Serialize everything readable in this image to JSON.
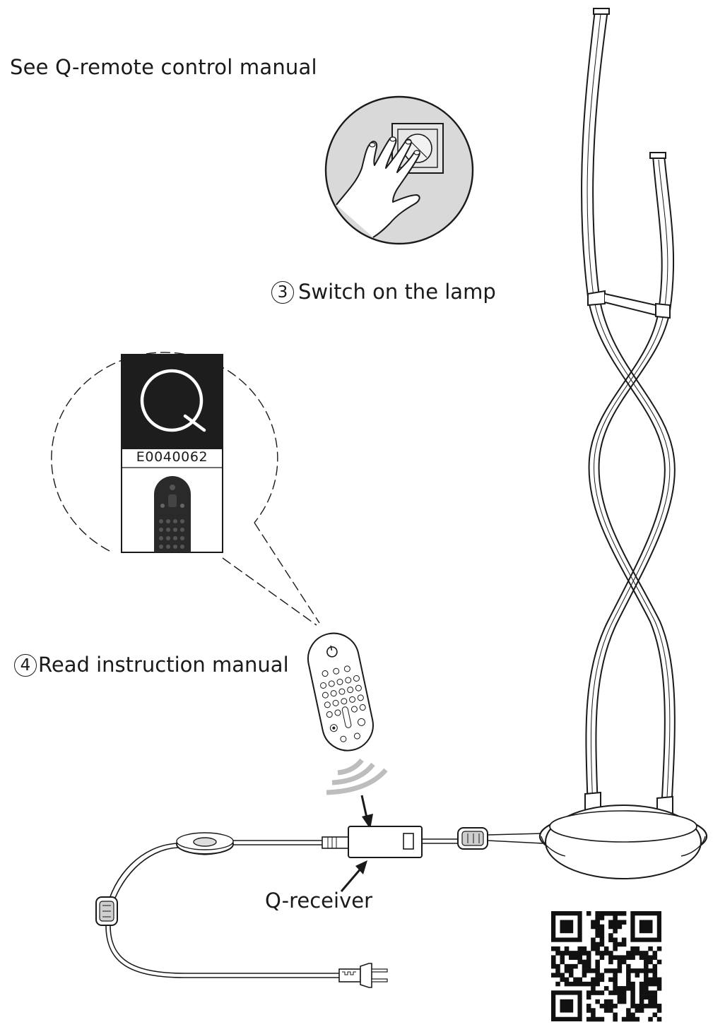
{
  "texts": {
    "see_manual": "See Q-remote control manual",
    "step3_number": "3",
    "step3_text": "Switch on the lamp",
    "step4_number": "4",
    "step4_text": "Read instruction manual",
    "model_code": "E0040062",
    "receiver_label": "Q-receiver"
  },
  "colors": {
    "ink": "#1a1a1a",
    "grey_fill": "#d9d9d9",
    "wave_grey": "#bdbdbd",
    "brand_block": "#1d1d1d"
  },
  "icons": {
    "switch_illustration": "hand-pressing-wall-switch",
    "brand_logo": "q-letter-logo",
    "remote": "remote-control",
    "signal": "wireless-signal-waves",
    "receiver": "q-receiver-box",
    "lamp": "twisted-floor-lamp",
    "foot_switch": "foot-switch",
    "plug": "eu-power-plug",
    "qr": "qr-code"
  }
}
